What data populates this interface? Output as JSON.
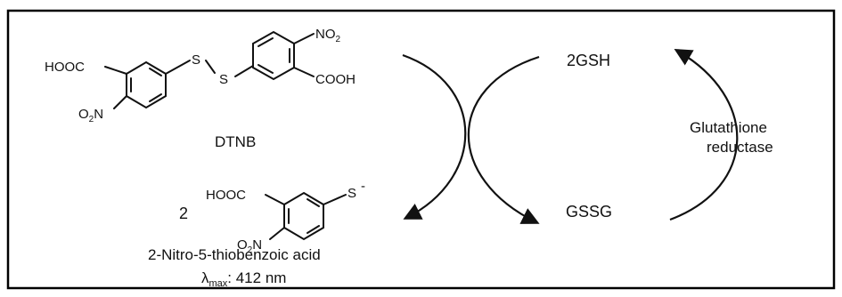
{
  "dtnb": {
    "name": "DTNB",
    "groups": {
      "hooc": "HOOC",
      "o2n": "O2N",
      "s1": "S",
      "s2": "S",
      "no2": "NO2",
      "cooh": "COOH"
    }
  },
  "product": {
    "coefficient": "2",
    "groups": {
      "hooc": "HOOC",
      "o2n": "O2N",
      "thiolate": "S",
      "charge": "-"
    },
    "name": "2-Nitro-5-thiobenzoic acid",
    "lambda_symbol": "λ",
    "lambda_sub": "max",
    "lambda_value": ": 412 nm"
  },
  "cycle": {
    "reduced": "2GSH",
    "oxidized": "GSSG",
    "enzyme_line1": "Glutathione",
    "enzyme_line2": "reductase"
  },
  "colors": {
    "line": "#111111",
    "frame": "#000000",
    "background": "#ffffff"
  }
}
